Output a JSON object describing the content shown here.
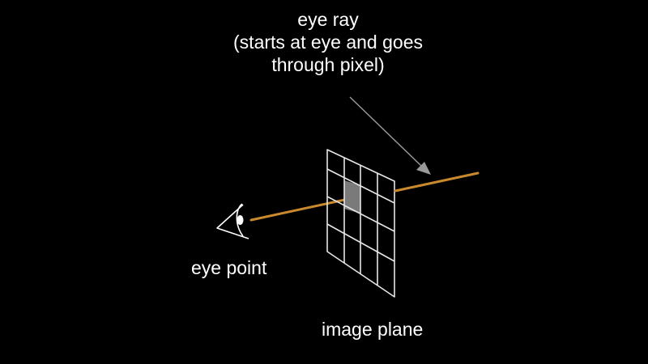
{
  "labels": {
    "eye_ray_title": "eye ray",
    "eye_ray_note_line1": "(starts at eye and goes",
    "eye_ray_note_line2": "through pixel)",
    "eye_point": "eye point",
    "image_plane": "image plane"
  },
  "colors": {
    "background": "#000000",
    "text": "#ffffff",
    "grid": "#e6e6e6",
    "ray": "#c98a2e",
    "arrow": "#9a9a9a",
    "pixel_highlight": "#7a7a7a"
  },
  "icons": {
    "eye": "eye-icon"
  }
}
